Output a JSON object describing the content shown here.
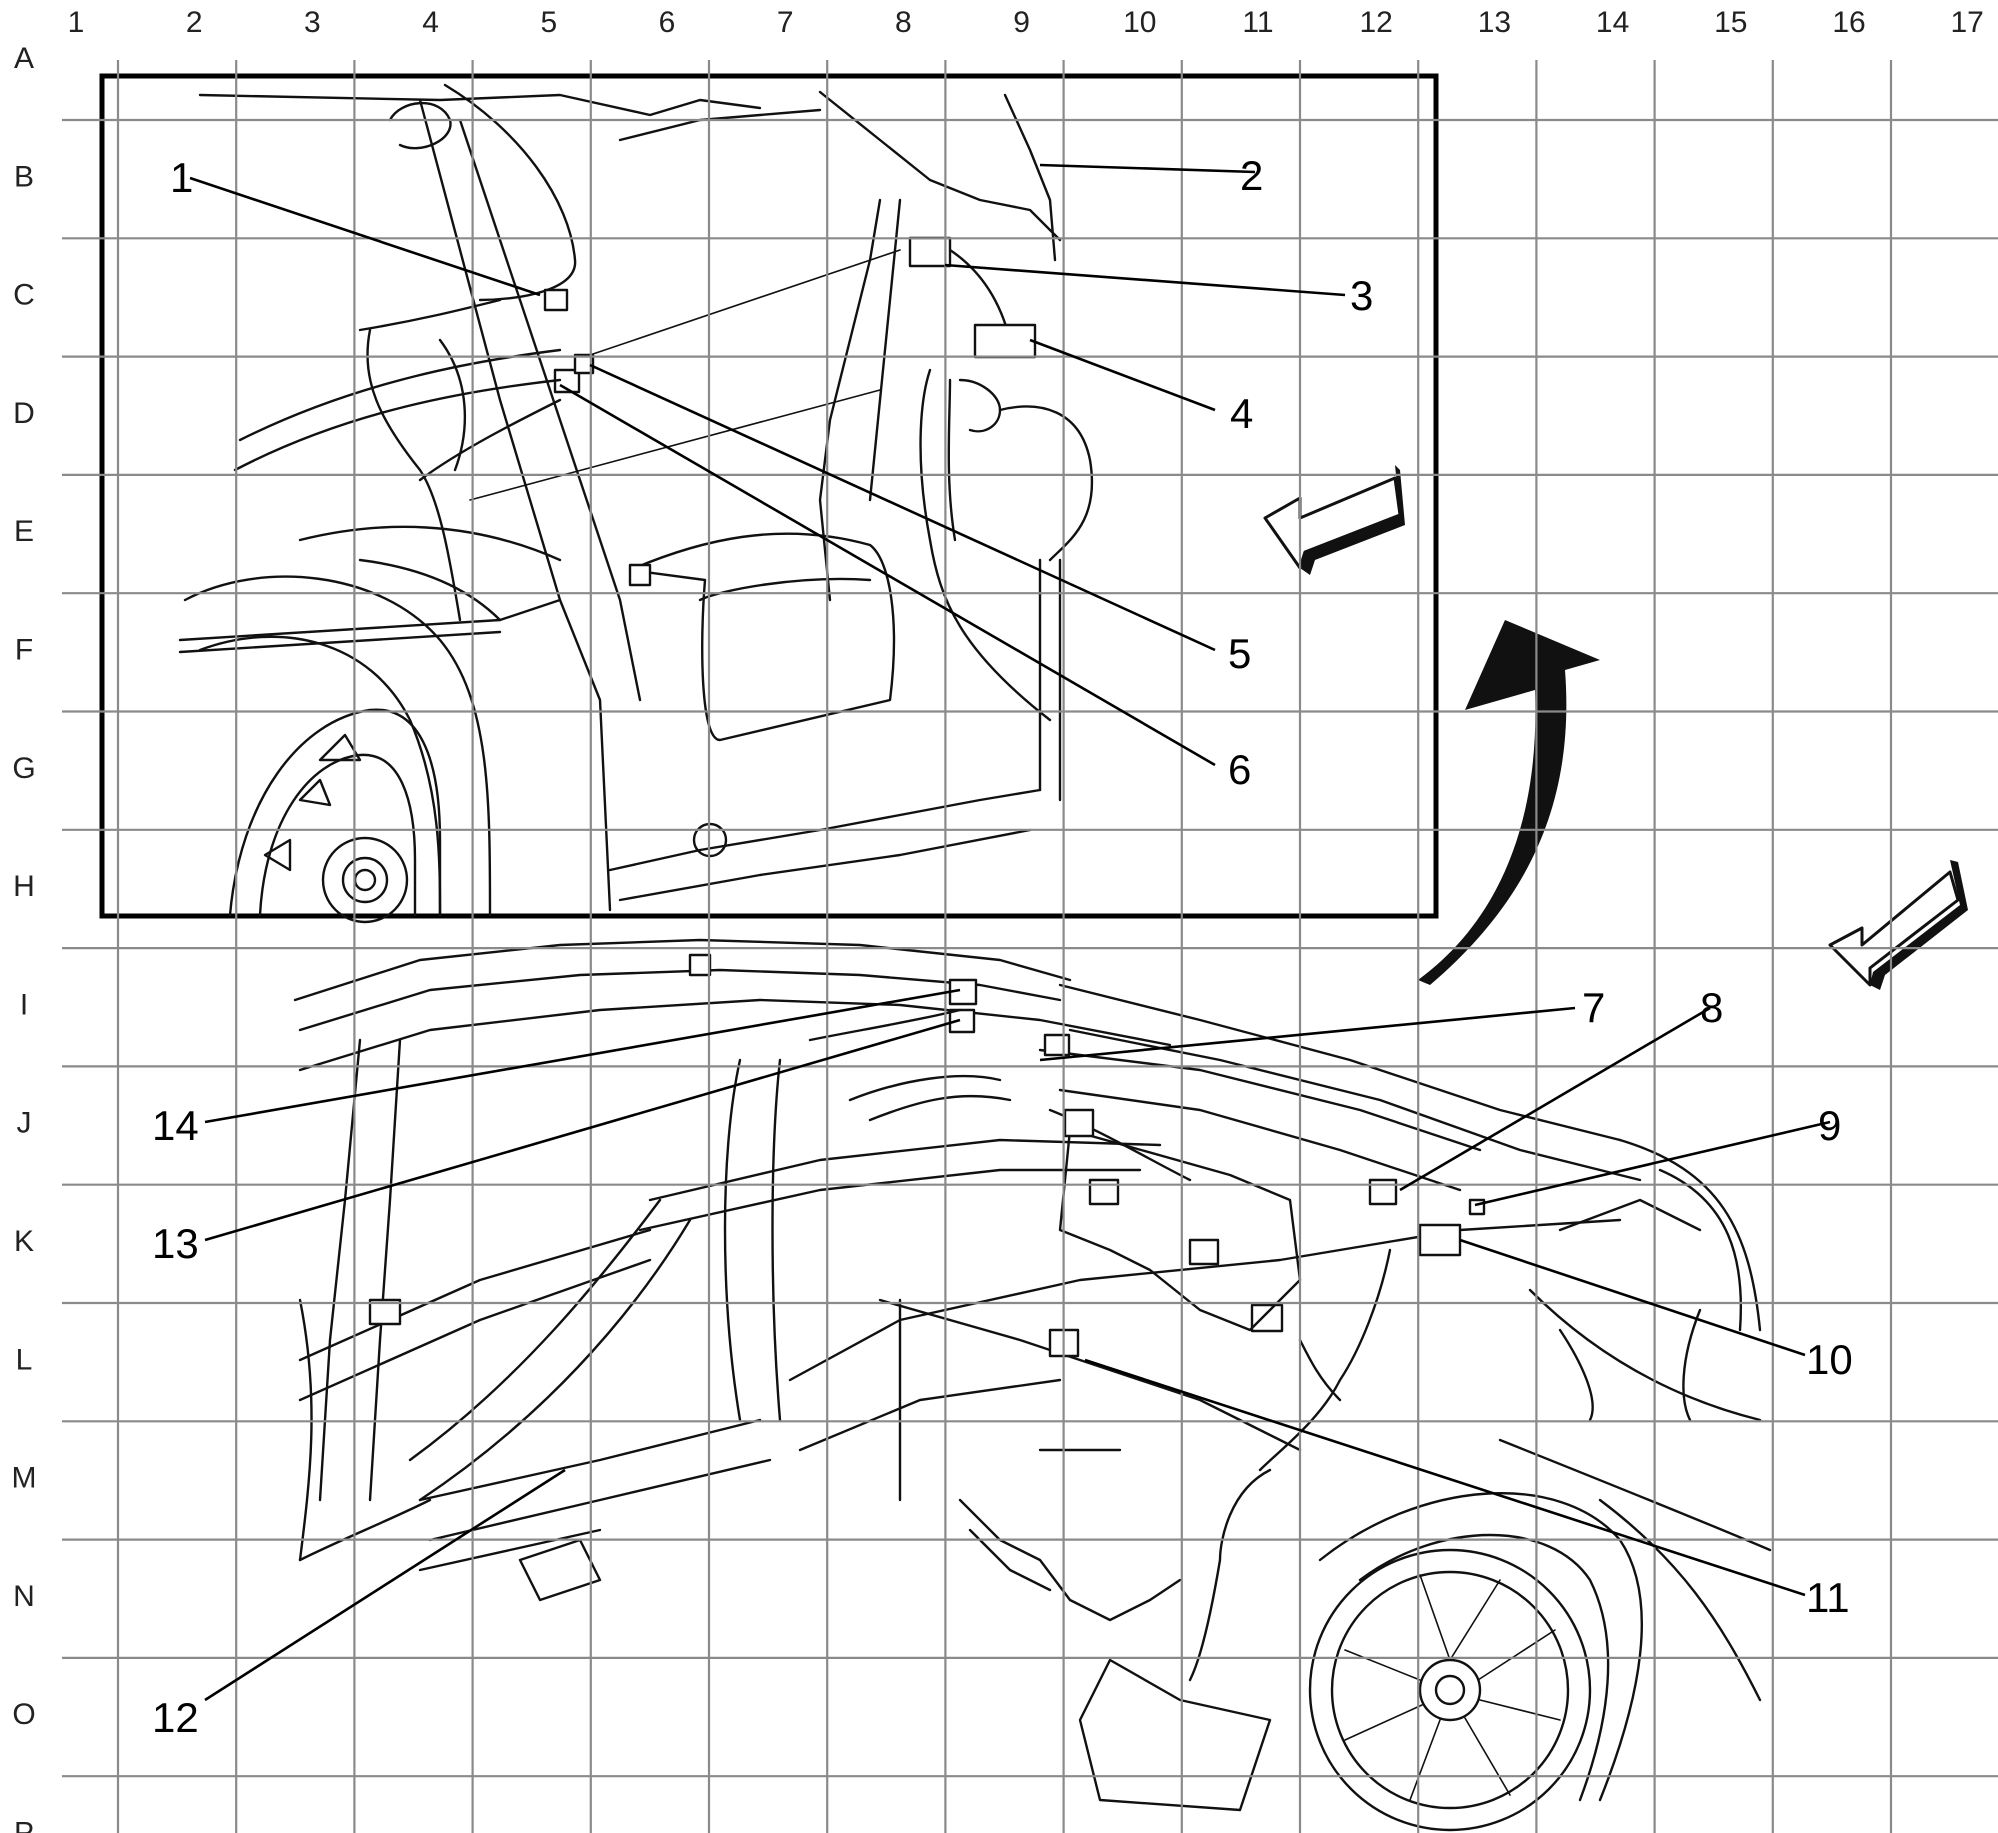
{
  "grid": {
    "columns": [
      "1",
      "2",
      "3",
      "4",
      "5",
      "6",
      "7",
      "8",
      "9",
      "10",
      "11",
      "12",
      "13",
      "14",
      "15",
      "16",
      "17"
    ],
    "rows": [
      "A",
      "B",
      "C",
      "D",
      "E",
      "F",
      "G",
      "H",
      "I",
      "J",
      "K",
      "L",
      "M",
      "N",
      "O",
      "P"
    ]
  },
  "callouts": [
    "1",
    "2",
    "3",
    "4",
    "5",
    "6",
    "7",
    "8",
    "9",
    "10",
    "11",
    "12",
    "13",
    "14"
  ],
  "icons": {
    "inset_view_direction": "view-direction-arrow-icon",
    "main_view_direction": "view-direction-arrow-icon",
    "zoom_indicator": "curved-zoom-arrow-icon"
  },
  "colors": {
    "line": "#111111",
    "grid": "#8a8a8a",
    "background": "#ffffff"
  }
}
